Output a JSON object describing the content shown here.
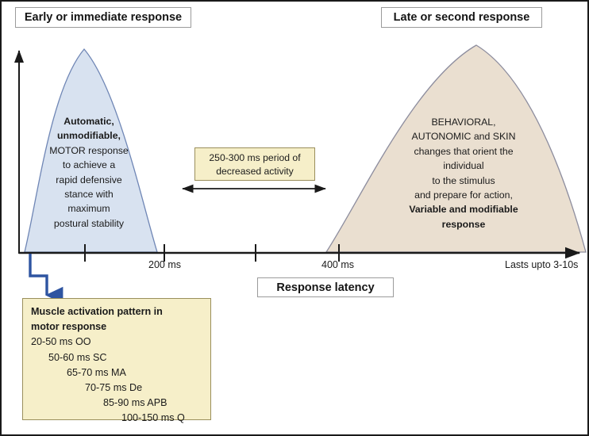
{
  "diagram": {
    "title_early": "Early or immediate response",
    "title_late": "Late or second response",
    "latency_label": "Response latency"
  },
  "early_response": {
    "lines": [
      "Automatic,",
      "unmodifiable,",
      "MOTOR response",
      "to achieve a",
      "rapid defensive",
      "stance with",
      "maximum",
      "postural stability"
    ],
    "bold_lines": [
      "Automatic,",
      "unmodifiable,"
    ],
    "fill_color": "#D8E2F0",
    "stroke_color": "#6f86b5"
  },
  "late_response": {
    "lines": [
      "BEHAVIORAL,",
      "AUTONOMIC and SKIN",
      "changes that orient the",
      "individual",
      "to the stimulus",
      "and prepare for action,",
      "Variable and modifiable",
      "response"
    ],
    "bold_lines": [
      "Variable and modifiable",
      "response"
    ],
    "fill_color": "#EADFD0",
    "stroke_color": "#8d8d9e"
  },
  "gap_callout": {
    "lines": [
      "250-300 ms period of",
      "decreased activity"
    ],
    "fill_color": "#F6EFC9",
    "stroke_color": "#9a8f5c"
  },
  "muscle_box": {
    "heading": [
      "Muscle activation pattern in",
      "motor response"
    ],
    "entries": [
      {
        "text": "20-50 ms OO",
        "indent": 0
      },
      {
        "text": "50-60 ms SC",
        "indent": 22
      },
      {
        "text": "65-70 ms MA",
        "indent": 45
      },
      {
        "text": "70-75 ms De",
        "indent": 68
      },
      {
        "text": "85-90 ms APB",
        "indent": 91
      },
      {
        "text": "100-150 ms Q",
        "indent": 114
      }
    ],
    "fill_color": "#F6EFC9",
    "stroke_color": "#9a8f5c",
    "arrow_color": "#2E54A1"
  },
  "axis": {
    "tick_labels": [
      {
        "id": "t200",
        "text": "200 ms"
      },
      {
        "id": "t400",
        "text": "400 ms"
      },
      {
        "id": "tlasts",
        "text": "Lasts upto 3-10s"
      }
    ],
    "tick_x": [
      105,
      205,
      320,
      425
    ],
    "axis_color": "#1a1a1a"
  }
}
